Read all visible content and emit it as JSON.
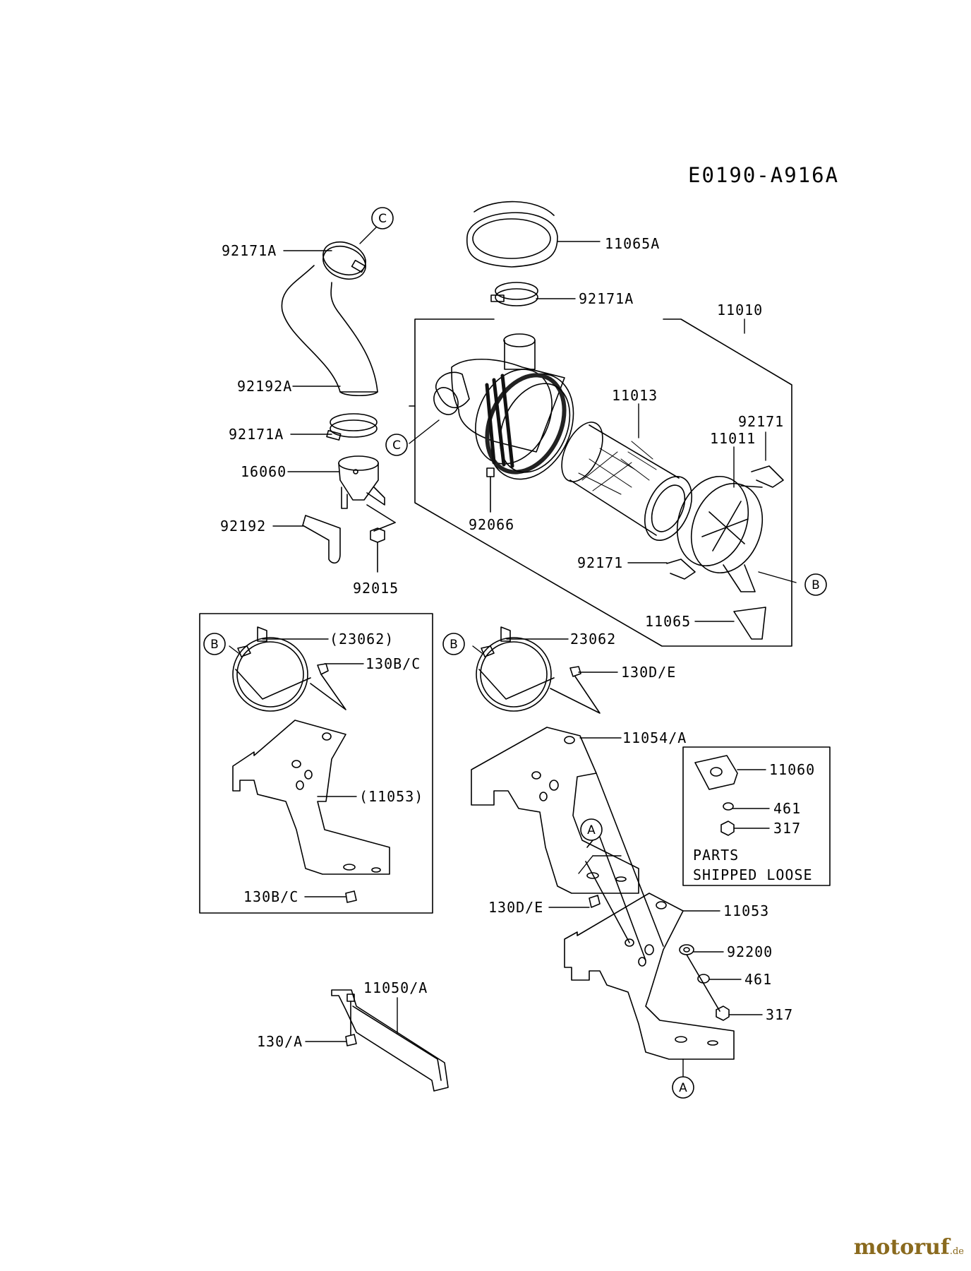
{
  "diagram_code": "E0190-A916A",
  "part_labels": [
    {
      "id": "p1",
      "text": "92171A"
    },
    {
      "id": "p2",
      "text": "11065A"
    },
    {
      "id": "p3",
      "text": "92171A"
    },
    {
      "id": "p4",
      "text": "11010"
    },
    {
      "id": "p5",
      "text": "92192A"
    },
    {
      "id": "p6",
      "text": "11013"
    },
    {
      "id": "p7",
      "text": "92171"
    },
    {
      "id": "p8",
      "text": "11011"
    },
    {
      "id": "p9",
      "text": "92171A"
    },
    {
      "id": "p10",
      "text": "16060"
    },
    {
      "id": "p11",
      "text": "92066"
    },
    {
      "id": "p12",
      "text": "92192"
    },
    {
      "id": "p13",
      "text": "92171"
    },
    {
      "id": "p14",
      "text": "92015"
    },
    {
      "id": "p15",
      "text": "11065"
    },
    {
      "id": "p16",
      "text": "(23062)"
    },
    {
      "id": "p17",
      "text": "23062"
    },
    {
      "id": "p18",
      "text": "130B/C"
    },
    {
      "id": "p19",
      "text": "130D/E"
    },
    {
      "id": "p20",
      "text": "11054/A"
    },
    {
      "id": "p21",
      "text": "11060"
    },
    {
      "id": "p22",
      "text": "(11053)"
    },
    {
      "id": "p23",
      "text": "461"
    },
    {
      "id": "p24",
      "text": "317"
    },
    {
      "id": "p25",
      "text": "130B/C"
    },
    {
      "id": "p26",
      "text": "130D/E"
    },
    {
      "id": "p27",
      "text": "11053"
    },
    {
      "id": "p28",
      "text": "92200"
    },
    {
      "id": "p29",
      "text": "461"
    },
    {
      "id": "p30",
      "text": "11050/A"
    },
    {
      "id": "p31",
      "text": "317"
    },
    {
      "id": "p32",
      "text": "130/A"
    }
  ],
  "callouts": [
    {
      "id": "c1",
      "letter": "C"
    },
    {
      "id": "c2",
      "letter": "C"
    },
    {
      "id": "c3",
      "letter": "B"
    },
    {
      "id": "c4",
      "letter": "B"
    },
    {
      "id": "c5",
      "letter": "B"
    },
    {
      "id": "c6",
      "letter": "A"
    },
    {
      "id": "c7",
      "letter": "A"
    }
  ],
  "note": {
    "line1": "PARTS",
    "line2": "SHIPPED LOOSE"
  },
  "watermark": {
    "name": "motoruf",
    "suffix": ".de",
    "color": "#8a6a1e"
  }
}
